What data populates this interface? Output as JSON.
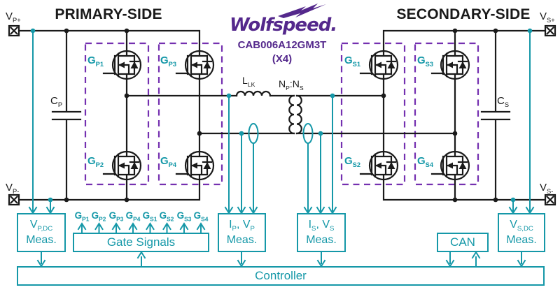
{
  "colors": {
    "teal": "#1598A8",
    "purple": "#54288C",
    "dash": "#7430B0",
    "wire": "#1A1A1A"
  },
  "header": {
    "primary_title": "PRIMARY-SIDE",
    "secondary_title": "SECONDARY-SIDE",
    "logo_text": "Wolfspeed.",
    "logo_mark": "lightning-bolt",
    "part_number": "CAB006A12GM3T",
    "multiplier": "(X4)"
  },
  "terminals": {
    "vp_plus": [
      {
        "t": "V"
      },
      {
        "s": "P+"
      }
    ],
    "vp_minus": [
      {
        "t": "V"
      },
      {
        "s": "P-"
      }
    ],
    "vs_plus": [
      {
        "t": "V"
      },
      {
        "s": "S+"
      }
    ],
    "vs_minus": [
      {
        "t": "V"
      },
      {
        "s": "S-"
      }
    ]
  },
  "components": {
    "cp": [
      {
        "t": "C"
      },
      {
        "s": "P"
      }
    ],
    "cs": [
      {
        "t": "C"
      },
      {
        "s": "S"
      }
    ],
    "llk": [
      {
        "t": "L"
      },
      {
        "s": "LK"
      }
    ],
    "turns_ratio": [
      {
        "t": "N"
      },
      {
        "s": "P"
      },
      {
        "t": ":N"
      },
      {
        "s": "S"
      }
    ]
  },
  "gates": {
    "gp1": [
      {
        "t": "G"
      },
      {
        "s": "P1"
      }
    ],
    "gp2": [
      {
        "t": "G"
      },
      {
        "s": "P2"
      }
    ],
    "gp3": [
      {
        "t": "G"
      },
      {
        "s": "P3"
      }
    ],
    "gp4": [
      {
        "t": "G"
      },
      {
        "s": "P4"
      }
    ],
    "gs1": [
      {
        "t": "G"
      },
      {
        "s": "S1"
      }
    ],
    "gs2": [
      {
        "t": "G"
      },
      {
        "s": "S2"
      }
    ],
    "gs3": [
      {
        "t": "G"
      },
      {
        "s": "S3"
      }
    ],
    "gs4": [
      {
        "t": "G"
      },
      {
        "s": "S4"
      }
    ]
  },
  "signal_row": {
    "s0": [
      {
        "t": "G"
      },
      {
        "s": "P1"
      }
    ],
    "s1": [
      {
        "t": "G"
      },
      {
        "s": "P2"
      }
    ],
    "s2": [
      {
        "t": "G"
      },
      {
        "s": "P3"
      }
    ],
    "s3": [
      {
        "t": "G"
      },
      {
        "s": "P4"
      }
    ],
    "s4": [
      {
        "t": "G"
      },
      {
        "s": "S1"
      }
    ],
    "s5": [
      {
        "t": "G"
      },
      {
        "s": "S2"
      }
    ],
    "s6": [
      {
        "t": "G"
      },
      {
        "s": "S3"
      }
    ],
    "s7": [
      {
        "t": "G"
      },
      {
        "s": "S4"
      }
    ]
  },
  "boxes": {
    "vpdc": {
      "line1": [
        {
          "t": "V"
        },
        {
          "s": "P,DC"
        }
      ],
      "line2": "Meas."
    },
    "gate_signals": {
      "label": "Gate Signals"
    },
    "ipvp": {
      "line1": [
        {
          "t": "I"
        },
        {
          "s": "P"
        },
        {
          "t": ", V"
        },
        {
          "s": "P"
        }
      ],
      "line2": "Meas."
    },
    "isvs": {
      "line1": [
        {
          "t": "I"
        },
        {
          "s": "S"
        },
        {
          "t": ", V"
        },
        {
          "s": "S"
        }
      ],
      "line2": "Meas."
    },
    "can": {
      "label": "CAN"
    },
    "vsdc": {
      "line1": [
        {
          "t": "V"
        },
        {
          "s": "S,DC"
        }
      ],
      "line2": "Meas."
    },
    "controller": {
      "label": "Controller"
    }
  }
}
